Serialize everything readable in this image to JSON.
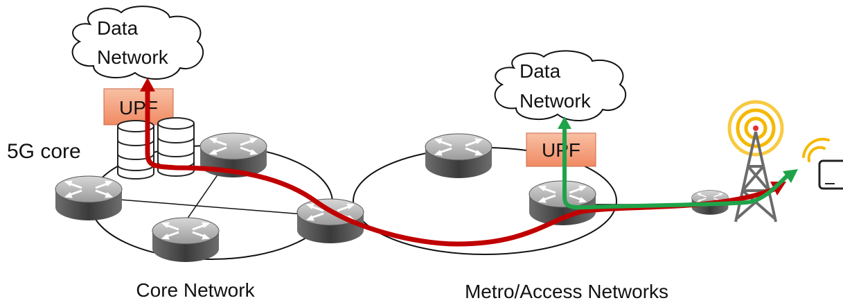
{
  "labels": {
    "dn_left_line1": "Data",
    "dn_left_line2": "Network",
    "dn_right_line1": "Data",
    "dn_right_line2": "Network",
    "upf_left": "UPF",
    "upf_right": "UPF",
    "core_5g": "5G core",
    "core_network": "Core Network",
    "metro_access": "Metro/Access Networks"
  },
  "colors": {
    "red_path": "#c00000",
    "green_path": "#1fa34a",
    "upf_fill": "#f4a582",
    "upf_border": "#c9684a",
    "antenna": "#6b6b6b",
    "signal": "#f5b800",
    "signal_center": "#e03030"
  },
  "icons": [
    "router-icon",
    "database-icon",
    "cell-tower-icon",
    "wifi-icon",
    "tablet-icon",
    "cloud-icon"
  ]
}
